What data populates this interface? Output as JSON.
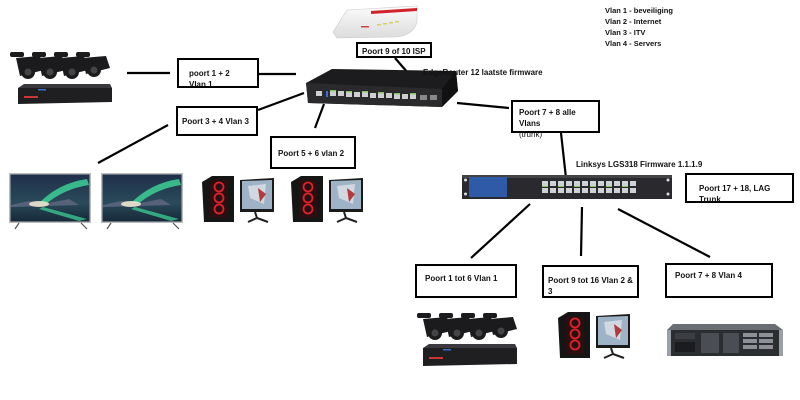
{
  "legend": {
    "items": [
      "Vlan 1 - beveiliging",
      "Vlan 2 - Internet",
      "Vlan 3 - ITV",
      "Vlan 4 - Servers"
    ]
  },
  "devices": {
    "modem": {
      "type": "isp-modem-icon"
    },
    "router": {
      "type": "router-icon",
      "label": "EdgeRouter 12 laatste firmware"
    },
    "switch": {
      "type": "switch-icon",
      "label": "Linksys LGS318 Firmware 1.1.1.9"
    },
    "cameras_left": {
      "type": "security-cameras-icon"
    },
    "cameras_bottom": {
      "type": "security-cameras-icon"
    },
    "tv_1": {
      "type": "tv-icon"
    },
    "tv_2": {
      "type": "tv-icon"
    },
    "pc_1": {
      "type": "gaming-pc-icon"
    },
    "pc_2": {
      "type": "gaming-pc-icon"
    },
    "pc_bottom": {
      "type": "gaming-pc-icon"
    },
    "server": {
      "type": "rack-server-icon"
    }
  },
  "boxes": {
    "isp": "Poort 9 of 10 ISP",
    "vlan1_router": "poort 1 + 2 Vlan 1",
    "vlan3_router": "Poort 3 + 4 Vlan 3",
    "vlan2_router": "Poort 5 + 6 vlan 2",
    "trunk_line1": "Poort 7 + 8 alle Vlans",
    "trunk_line2": "(trunk)",
    "lag": "Poort 17 + 18, LAG Trunk",
    "sw_vlan1": "Poort 1 tot 6 Vlan 1",
    "sw_vlan23": "Poort 9 tot 16 Vlan 2 & 3",
    "sw_vlan4": "Poort 7 + 8 Vlan 4"
  },
  "colors": {
    "line": "#000000",
    "device_dark": "#1c1c1e",
    "switch_blue": "#2f5aa8",
    "port_green": "#7fc35a",
    "modem_red": "#d0222a",
    "pc_red": "#e0202a",
    "tv_green": "#3fd89a"
  }
}
